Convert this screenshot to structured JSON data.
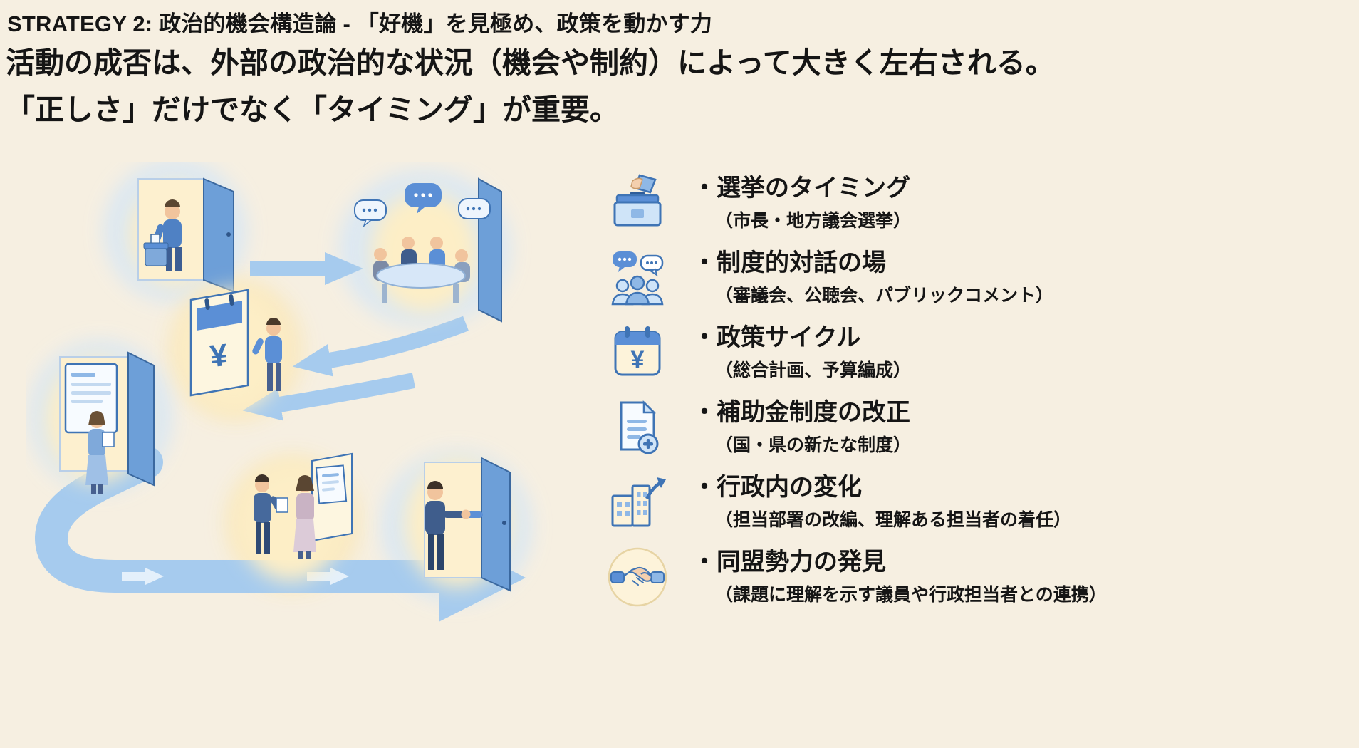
{
  "page": {
    "bg_color": "#f6efe1",
    "accent_blue": "#5b8fd6",
    "arrow_blue": "#a6cbee",
    "cream": "#fdf3da"
  },
  "header": {
    "title": "STRATEGY 2: 政治的機会構造論 - 「好機」を見極め、政策を動かす力",
    "subtitle_line1": "活動の成否は、外部の政治的な状況（機会や制約）によって大きく左右される。",
    "subtitle_line2": "「正しさ」だけでなく「タイミング」が重要。"
  },
  "illustration": {
    "calendar_symbol": "¥",
    "scenes": [
      "voting-at-door",
      "roundtable-dialogue",
      "policy-calendar",
      "reading-official-document",
      "consulting-pair",
      "handshake-at-door"
    ]
  },
  "icons": {
    "yen": "¥"
  },
  "list": {
    "items": [
      {
        "icon": "ballot-box-icon",
        "title": "・選挙のタイミング",
        "subtitle": "（市長・地方議会選挙）"
      },
      {
        "icon": "dialogue-icon",
        "title": "・制度的対話の場",
        "subtitle": "（審議会、公聴会、パブリックコメント）"
      },
      {
        "icon": "calendar-yen-icon",
        "title": "・政策サイクル",
        "subtitle": "（総合計画、予算編成）"
      },
      {
        "icon": "document-plus-icon",
        "title": "・補助金制度の改正",
        "subtitle": "（国・県の新たな制度）"
      },
      {
        "icon": "building-change-icon",
        "title": "・行政内の変化",
        "subtitle": "（担当部署の改編、理解ある担当者の着任）"
      },
      {
        "icon": "handshake-icon",
        "title": "・同盟勢力の発見",
        "subtitle": "（課題に理解を示す議員や行政担当者との連携）"
      }
    ]
  }
}
